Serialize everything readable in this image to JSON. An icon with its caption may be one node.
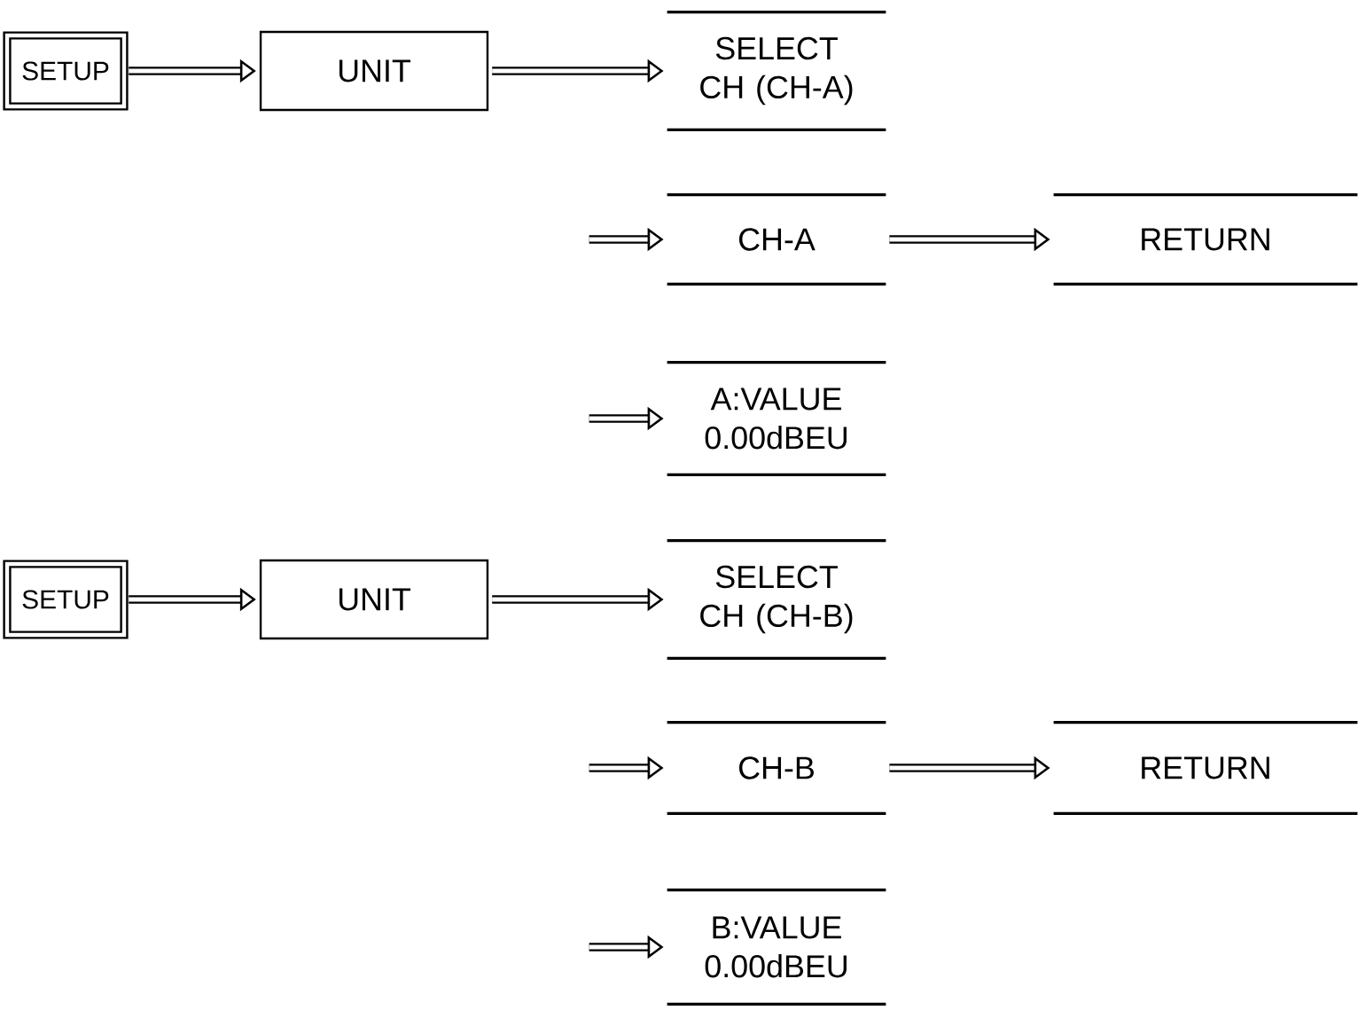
{
  "diagram": {
    "nodes": [
      {
        "text": [
          "SETUP"
        ]
      },
      {
        "text": [
          "UNIT"
        ]
      },
      {
        "text": [
          "SELECT CH (CH-A)"
        ]
      },
      {
        "text": [
          "CH-A"
        ]
      },
      {
        "text": [
          "RETURN"
        ]
      },
      {
        "text": [
          "A:VALUE 0.00dBEU"
        ]
      },
      {
        "text": [
          "SETUP"
        ]
      },
      {
        "text": [
          "UNIT"
        ]
      },
      {
        "text": [
          "SELECT CH (CH-B)"
        ]
      },
      {
        "text": [
          "CH-B"
        ]
      },
      {
        "text": [
          "RETURN"
        ]
      },
      {
        "text": [
          "B:VALUE 0.00dBEU"
        ]
      }
    ],
    "edges": [
      {
        "from": 0,
        "to": 1,
        "arrow": "to"
      },
      {
        "from": 1,
        "to": 2,
        "arrow": "to"
      },
      {
        "from": null,
        "to": 3,
        "arrow": "to"
      },
      {
        "from": 3,
        "to": 4,
        "arrow": "to"
      },
      {
        "from": null,
        "to": 5,
        "arrow": "to"
      },
      {
        "from": 6,
        "to": 7,
        "arrow": "to"
      },
      {
        "from": 7,
        "to": 8,
        "arrow": "to"
      },
      {
        "from": null,
        "to": 9,
        "arrow": "to"
      },
      {
        "from": 9,
        "to": 10,
        "arrow": "to"
      },
      {
        "from": null,
        "to": 11,
        "arrow": "to"
      }
    ]
  }
}
